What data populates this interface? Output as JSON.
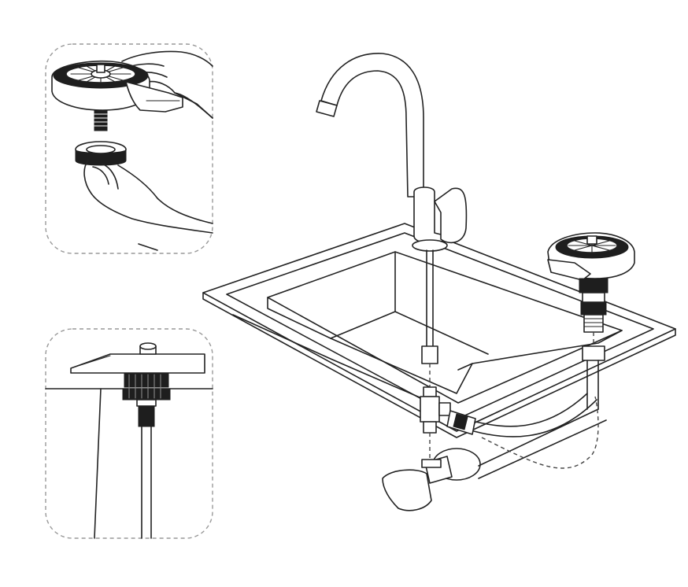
{
  "figure": {
    "panels": [
      {
        "id": "detail-top",
        "depicts": "rinser-head-and-base-nut"
      },
      {
        "id": "detail-bottom",
        "depicts": "rinser-mounted-through-countertop"
      }
    ],
    "main_scene": "sink-with-faucet-and-glass-rinser-installation",
    "colors": {
      "line": "#222222",
      "dark_part": "#1e1e1e",
      "panel_border": "#999999",
      "background": "#ffffff"
    }
  }
}
